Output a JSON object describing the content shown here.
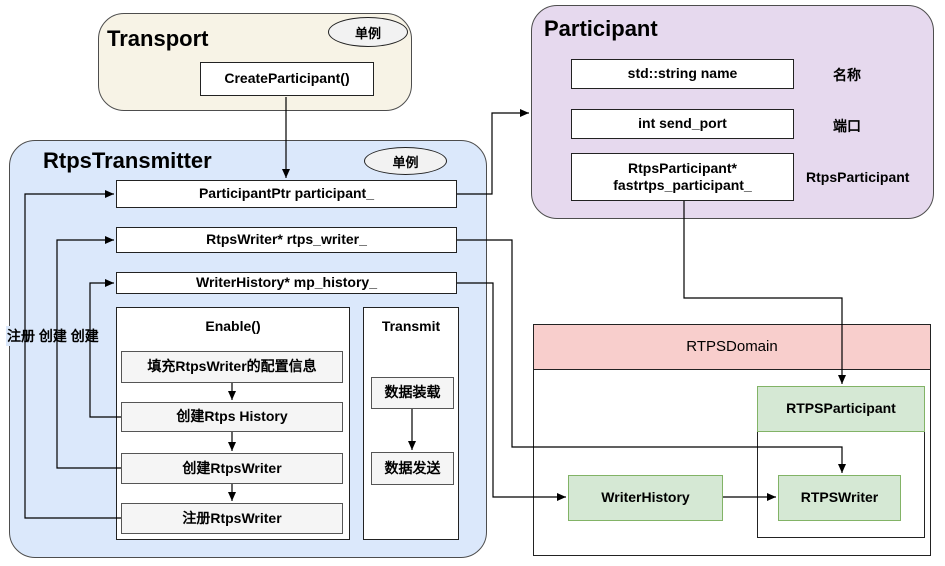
{
  "transport": {
    "title": "Transport",
    "badge": "单例",
    "method": "CreateParticipant()"
  },
  "participant": {
    "title": "Participant",
    "fields": [
      {
        "text": "std::string name",
        "note": "名称"
      },
      {
        "text": "int send_port",
        "note": "端口"
      },
      {
        "text": "RtpsParticipant*\nfastrtps_participant_",
        "note": "RtpsParticipant"
      }
    ]
  },
  "rtps_transmitter": {
    "title": "RtpsTransmitter",
    "badge": "单例",
    "members": [
      "ParticipantPtr participant_",
      "RtpsWriter* rtps_writer_",
      "WriterHistory* mp_history_"
    ],
    "side_label": "注册 创建 创建",
    "enable": {
      "title": "Enable()",
      "steps": [
        "填充RtpsWriter的配置信息",
        "创建Rtps History",
        "创建RtpsWriter",
        "注册RtpsWriter"
      ]
    },
    "transmit": {
      "title": "Transmit",
      "steps": [
        "数据装载",
        "数据发送"
      ]
    }
  },
  "rtps_domain": {
    "title": "RTPSDomain",
    "participant": "RTPSParticipant",
    "writer_history": "WriterHistory",
    "writer": "RTPSWriter"
  },
  "colors": {
    "transport_bg": "#f7f3e6",
    "participant_bg": "#e6d9ee",
    "transmitter_bg": "#dbe8fb",
    "domain_header": "#f8cecc",
    "green_fill": "#d5e8d4",
    "green_border": "#82b366"
  }
}
